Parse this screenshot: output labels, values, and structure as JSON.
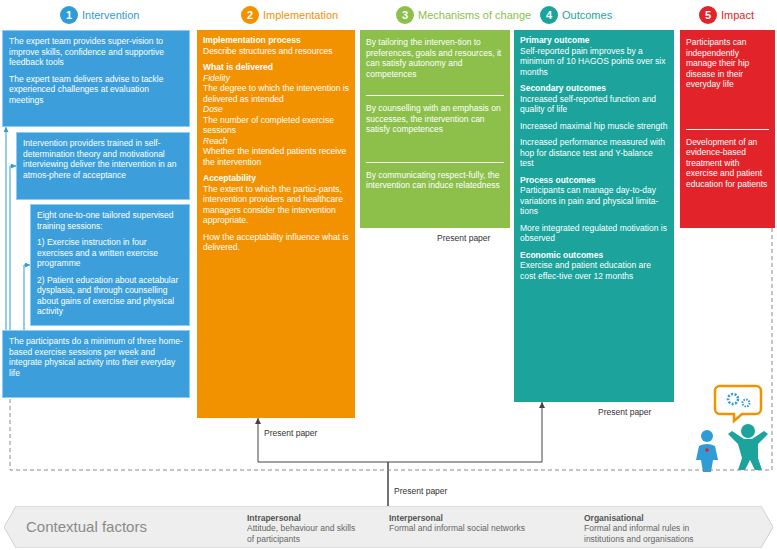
{
  "diagram": {
    "nodes": [
      {
        "text": [
          "1"
        ]
      },
      {
        "text": [
          "2"
        ]
      },
      {
        "text": [
          "3"
        ]
      },
      {
        "text": [
          "4"
        ]
      },
      {
        "text": [
          "5"
        ]
      },
      {
        "text": [
          "The expert team provides super-vision to improve skills, confidence and supportive feedback tools",
          "The expert team delivers advise to tackle experienced challenges at evaluation meetings"
        ]
      },
      {
        "text": [
          "Intervention providers trained in self-determination theory and motivational interviewing deliver the intervention in an atmos-phere of acceptance"
        ]
      },
      {
        "text": [
          "Eight one-to-one tailored supervised training sessions:",
          "1) Exercise instruction in four exercises and a written exercise programme",
          "2) Patient education about acetabular dysplasia, and through counselling about gains of exercise and physical activity"
        ]
      },
      {
        "text": [
          "The participants do a minimum of three home-based exercise sessions per week and integrate physical activity into their everyday life"
        ]
      },
      {
        "text": [
          "Implementation process",
          "Describe structures and resources",
          "What is delivered",
          "Fidelity",
          "The degree to which the intervention is delivered as intended",
          "Dose",
          "The number of completed exercise sessions",
          "Reach",
          "Whether the intended patients receive the intervention",
          "Acceptability",
          "The extent to which the partici-pants, intervention providers and healthcare managers consider the intervention appropriate.",
          "How the acceptability influence what is delivered."
        ]
      },
      {
        "text": [
          "By tailoring the interven-tion to preferences, goals and resources, it can satisfy autonomy and competences",
          "By counselling with an emphasis on successes, the intervention can satisfy competences",
          "By communicating respect-fully, the intervention can induce relatedness"
        ]
      },
      {
        "text": [
          "Primary outcome",
          "Self-reported pain improves by a minimum of 10 HAGOS points over six months",
          "Secondary outcomes",
          "Increased self-reported function and quality of life",
          "Increased maximal hip muscle strength",
          "Increased performance measured with hop for distance test and Y-balance test",
          "Process outcomes",
          "Participants can manage day-to-day variations in pain and physical limita-tions",
          "More integrated regulated motivation is observed",
          "Economic outcomes",
          "Exercise and patient education are cost effec-tive over 12 months"
        ]
      },
      {
        "text": [
          "Participants can independently manage their hip disease in their everyday life",
          "Development of an evidence-based treatment with exercise and patient education for patients"
        ]
      },
      {
        "text": [
          "Contextual factors",
          "Intrapersonal",
          "Attitude, behaviour and skills of participants",
          "Interpersonal",
          "Formal and informal social networks",
          "Organisational",
          "Formal and informal rules in institutions and organisations"
        ]
      }
    ],
    "edges": [
      {
        "from": 8,
        "to": 5,
        "arrow": "to"
      },
      {
        "from": 8,
        "to": 6,
        "arrow": "to"
      },
      {
        "from": 8,
        "to": 7,
        "arrow": "to"
      },
      {
        "from": 13,
        "to": 9,
        "arrow": "to"
      },
      {
        "from": 13,
        "to": 11,
        "arrow": "to"
      },
      {
        "from": 12,
        "to": 8,
        "arrow": "none"
      }
    ],
    "labels": [
      "Intervention",
      "Implementation",
      "Mechanisms of change",
      "Outcomes",
      "Impact",
      "Present paper",
      "Present paper",
      "Present paper",
      "Present paper"
    ]
  }
}
